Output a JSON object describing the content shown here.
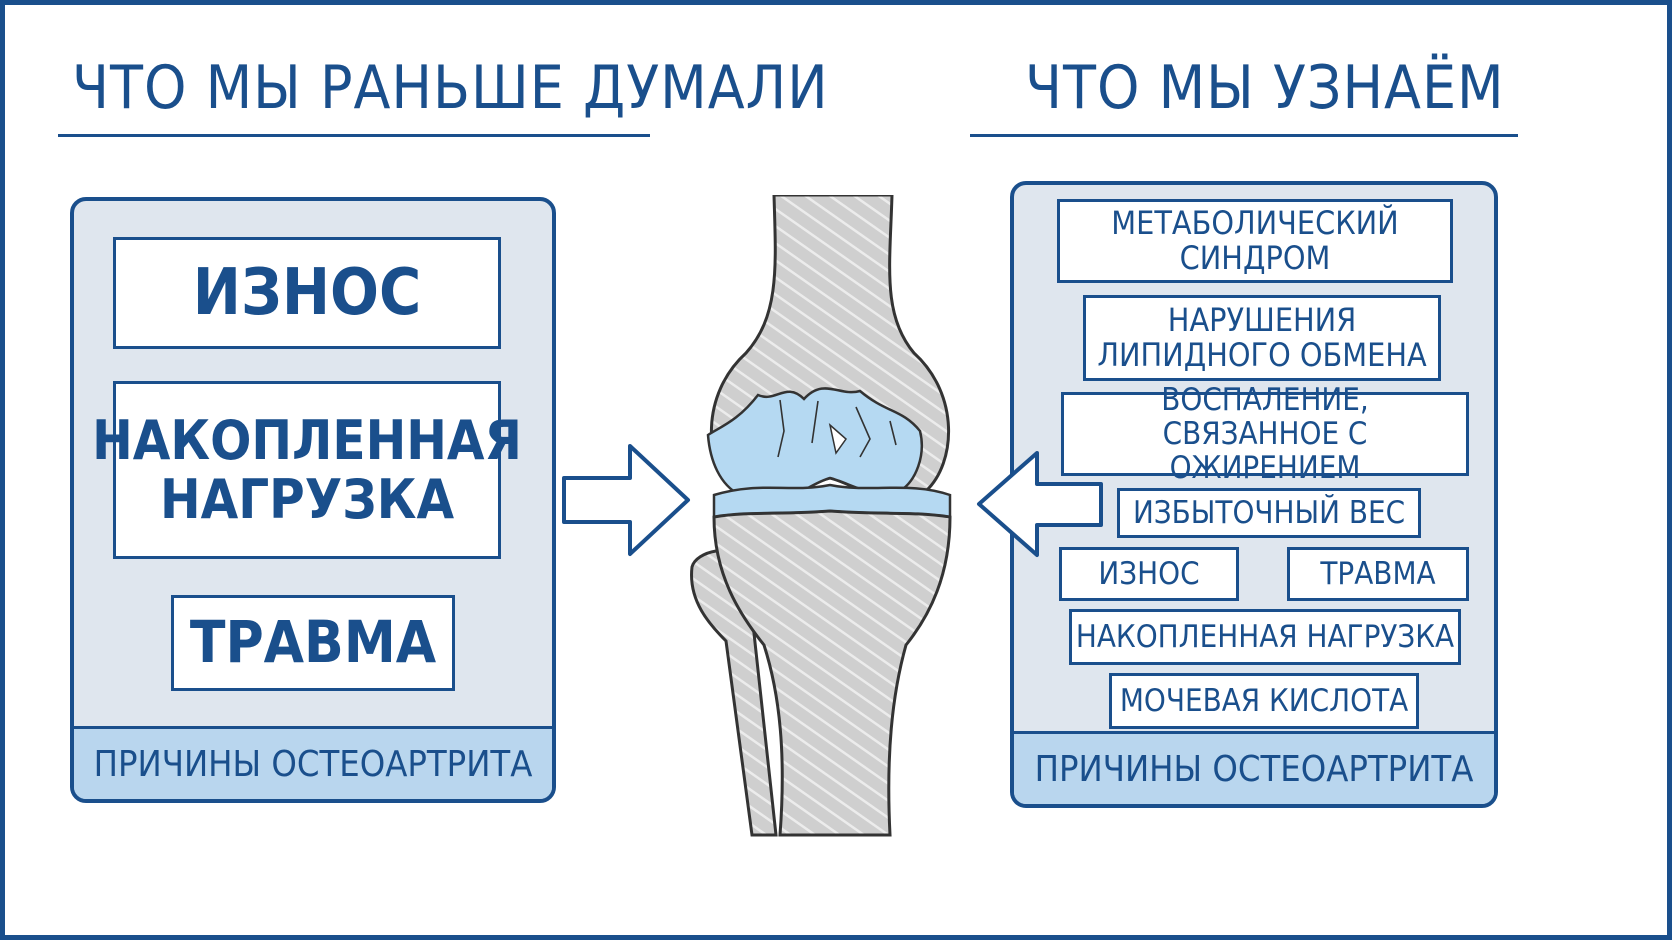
{
  "left": {
    "heading": "ЧТО МЫ РАНЬШЕ ДУМАЛИ",
    "causes": [
      "ИЗНОС",
      "НАКОПЛЕННАЯ\nНАГРУЗКА",
      "ТРАВМА"
    ],
    "footer": "ПРИЧИНЫ ОСТЕОАРТРИТА"
  },
  "right": {
    "heading": "ЧТО МЫ УЗНАЁМ",
    "causes": [
      "МЕТАБОЛИЧЕСКИЙ\nСИНДРОМ",
      "НАРУШЕНИЯ\nЛИПИДНОГО ОБМЕНА",
      "ВОСПАЛЕНИЕ,\nСВЯЗАННОЕ С ОЖИРЕНИЕМ",
      "ИЗБЫТОЧНЫЙ ВЕС",
      "ИЗНОС",
      "ТРАВМА",
      "НАКОПЛЕННАЯ НАГРУЗКА",
      "МОЧЕВАЯ КИСЛОТА"
    ],
    "footer": "ПРИЧИНЫ ОСТЕОАРТРИТА"
  },
  "colors": {
    "accent": "#1a4f8c",
    "panel": "#dfe6ee",
    "footer": "#b9d6ee",
    "cartilage": "#b5d9f2",
    "bone": "#cfcfcf"
  },
  "icons": [
    "arrow-right-icon",
    "arrow-left-icon",
    "knee-joint-icon"
  ]
}
